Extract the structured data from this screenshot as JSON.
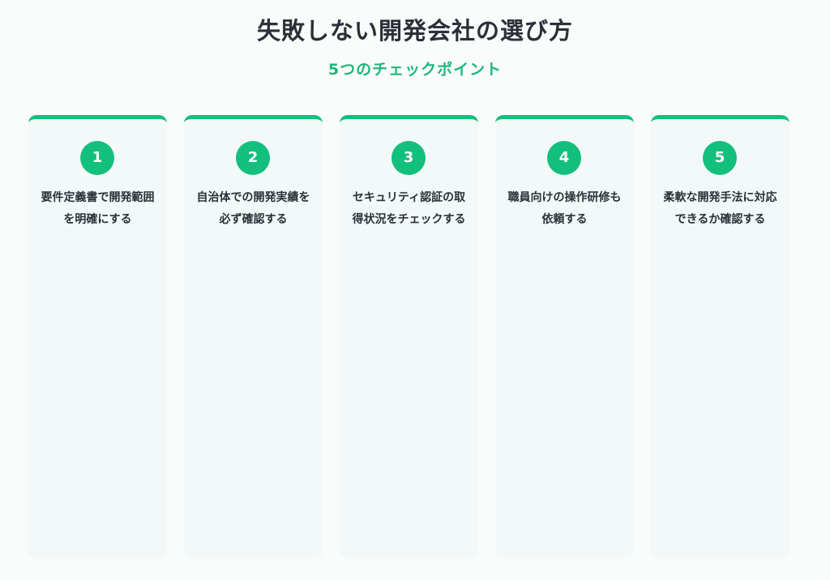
{
  "header": {
    "title": "失敗しない開発会社の選び方",
    "subtitle": "5つのチェックポイント"
  },
  "colors": {
    "accent": "#13bf7c",
    "card_background": "#f3f9f8",
    "text": "#2b3038"
  },
  "cards": [
    {
      "number": "1",
      "text": "要件定義書で開発範囲を明確にする"
    },
    {
      "number": "2",
      "text": "自治体での開発実績を必ず確認する"
    },
    {
      "number": "3",
      "text": "セキュリティ認証の取得状況をチェックする"
    },
    {
      "number": "4",
      "text": "職員向けの操作研修も依頼する"
    },
    {
      "number": "5",
      "text": "柔軟な開発手法に対応できるか確認する"
    }
  ]
}
